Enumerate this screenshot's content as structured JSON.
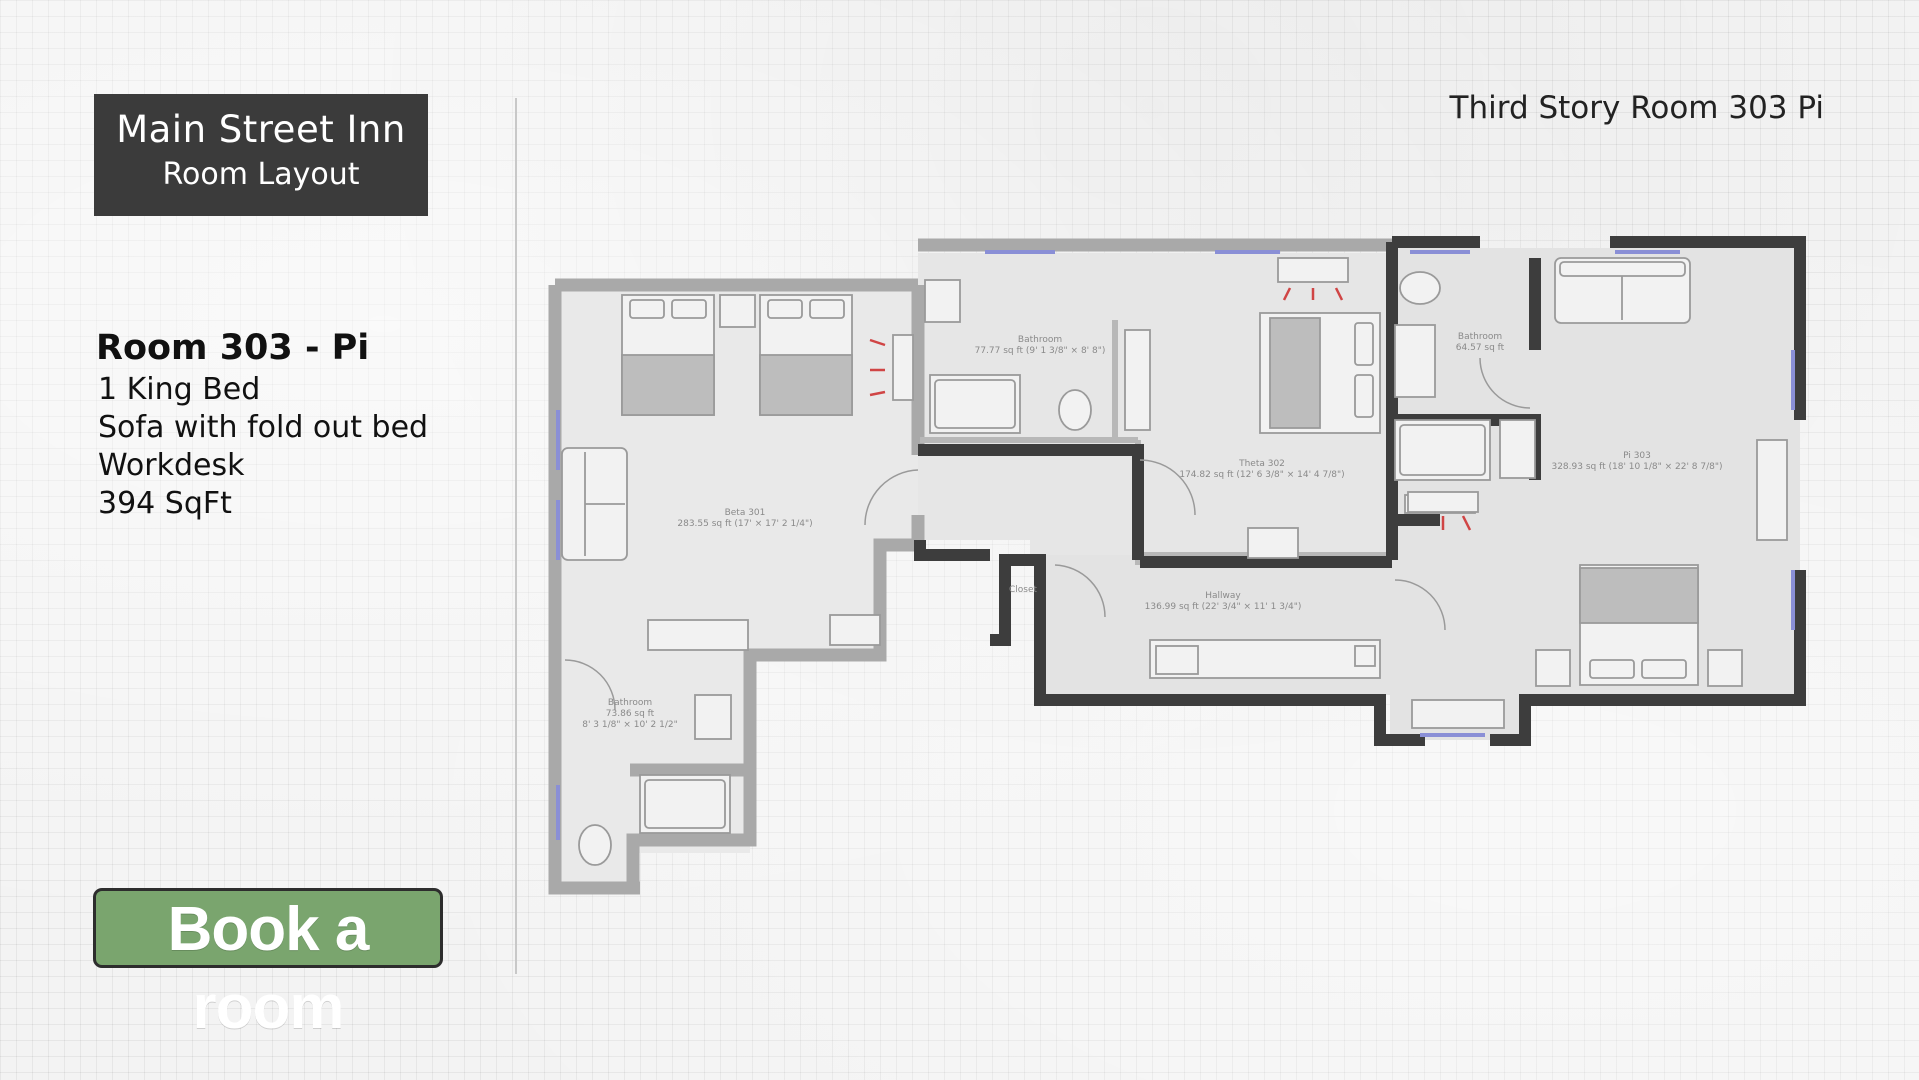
{
  "header": {
    "inn_name": "Main Street Inn",
    "subtitle": "Room Layout"
  },
  "corner_label": "Third Story Room 303 Pi",
  "room": {
    "name": "Room 303 - Pi",
    "features": [
      "1 King Bed",
      "Sofa with fold out bed",
      "Workdesk",
      "394 SqFt"
    ]
  },
  "book_button": "Book a room",
  "floorplan": {
    "rooms": {
      "beta_name": "Beta 301",
      "beta_area": "283.55 sq ft (17' × 17' 2 1/4\")",
      "bath1_name": "Bathroom",
      "bath1_area": "73.86 sq ft",
      "bath1_dims": "8' 3 1/8\" × 10' 2 1/2\"",
      "bath2_name": "Bathroom",
      "bath2_area": "77.77 sq ft (9' 1 3/8\" × 8' 8\")",
      "theta_name": "Theta 302",
      "theta_area": "174.82 sq ft (12' 6 3/8\" × 14' 4 7/8\")",
      "closet_name": "Closet",
      "hallway_name": "Hallway",
      "hallway_area": "136.99 sq ft (22' 3/4\" × 11' 1 3/4\")",
      "bath3_name": "Bathroom",
      "bath3_area": "64.57 sq ft",
      "pi_name": "Pi 303",
      "pi_area": "328.93 sq ft (18' 10 1/8\" × 22' 8 7/8\")"
    },
    "colors": {
      "highlight_wall": "#3d3d3d",
      "faded_wall": "#a9a9a9",
      "window": "#8a8fd6",
      "heater_arrow": "#d04545"
    }
  }
}
